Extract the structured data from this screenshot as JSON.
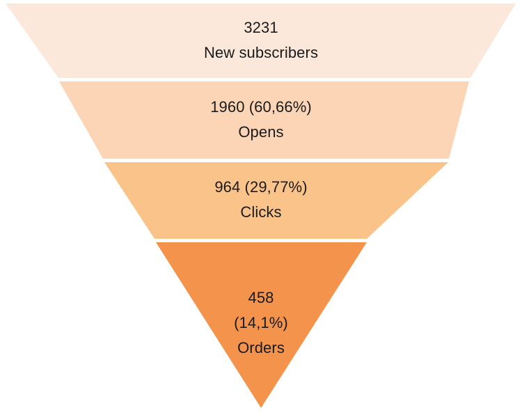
{
  "chart_data": {
    "type": "funnel",
    "title": "",
    "xlabel": "",
    "ylabel": "",
    "orientation": "vertical-inverted",
    "grid": false,
    "legend": "none",
    "decimal_separator": ",",
    "base_stage": "New subscribers",
    "base_value": 3231,
    "categories": [
      "New subscribers",
      "Opens",
      "Clicks",
      "Orders"
    ],
    "values": [
      3231,
      1960,
      964,
      458
    ],
    "percent_labels": [
      "",
      "60,66%",
      "29,77%",
      "14,1%"
    ],
    "percents": [
      100,
      60.66,
      29.77,
      14.1
    ],
    "colors": [
      "#fce8da",
      "#fbd5b5",
      "#fac38a",
      "#f4934b"
    ],
    "stages": [
      {
        "name": "New subscribers",
        "value": "3231",
        "value_number": 3231,
        "percent_label": "",
        "percent": 100,
        "value_line": "3231",
        "color": "#fce8da"
      },
      {
        "name": "Opens",
        "value": "1960",
        "value_number": 1960,
        "percent_label": "60,66%",
        "percent": 60.66,
        "value_line": "1960 (60,66%)",
        "color": "#fbd5b5"
      },
      {
        "name": "Clicks",
        "value": "964",
        "value_number": 964,
        "percent_label": "29,77%",
        "percent": 29.77,
        "value_line": "964 (29,77%)",
        "color": "#fac38a"
      },
      {
        "name": "Orders",
        "value": "458",
        "value_number": 458,
        "percent_label": "(14,1%)",
        "percent": 14.1,
        "value_line": "458",
        "color": "#f4934b"
      }
    ]
  },
  "chart": {
    "background": "#ffffff",
    "text_color": "#1a1a1a",
    "separator_color": "#ffffff"
  }
}
